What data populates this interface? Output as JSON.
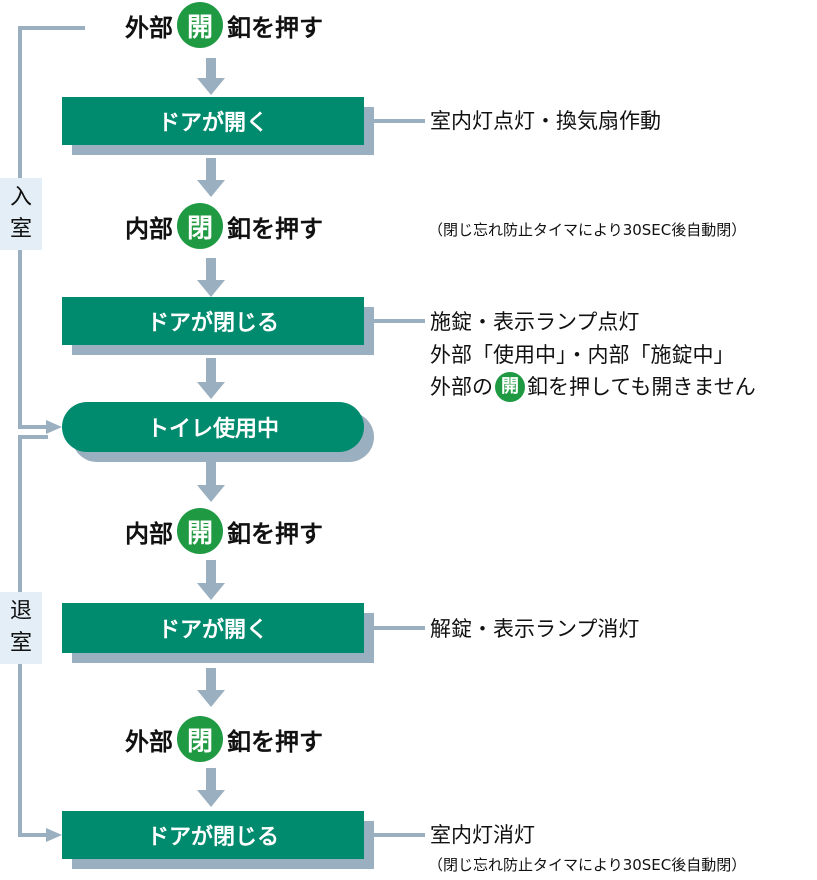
{
  "steps": {
    "s1": {
      "before": "外部",
      "mark": "開",
      "after": "釦を押す"
    },
    "s2": {
      "before": "内部",
      "mark": "閉",
      "after": "釦を押す"
    },
    "s3": {
      "before": "内部",
      "mark": "開",
      "after": "釦を押す"
    },
    "s4": {
      "before": "外部",
      "mark": "閉",
      "after": "釦を押す"
    }
  },
  "boxes": {
    "b1": "ドアが開く",
    "b2": "ドアが閉じる",
    "b3": "トイレ使用中",
    "b4": "ドアが開く",
    "b5": "ドアが閉じる"
  },
  "notes": {
    "n1": "室内灯点灯・換気扇作動",
    "n2": "（閉じ忘れ防止タイマにより30SEC後自動閉）",
    "n3a": "施錠・表示ランプ点灯",
    "n3b": "外部「使用中」・内部「施錠中」",
    "n3c_before": "外部の",
    "n3c_mark": "開",
    "n3c_after": "釦を押しても開きません",
    "n4": "解錠・表示ランプ消灯",
    "n5": "室内灯消灯",
    "n6": "（閉じ忘れ防止タイマにより30SEC後自動閉）"
  },
  "tags": {
    "enter": [
      "入",
      "室"
    ],
    "exit": [
      "退",
      "室"
    ]
  },
  "colors": {
    "box": "#008a6e",
    "shadow": "#9aafbf",
    "circle": "#1f9a43",
    "arrow": "#9aafbf",
    "tag_bg": "#e3eef6"
  }
}
